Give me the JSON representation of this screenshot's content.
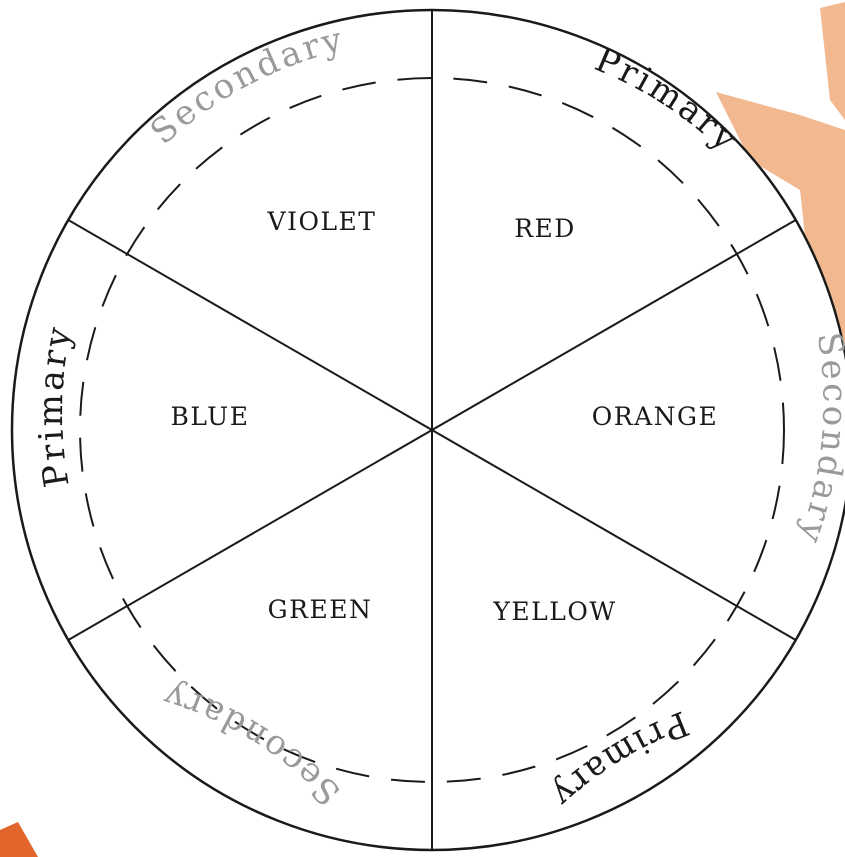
{
  "segments": [
    {
      "label": "RED"
    },
    {
      "label": "ORANGE"
    },
    {
      "label": "YELLOW"
    },
    {
      "label": "GREEN"
    },
    {
      "label": "BLUE"
    },
    {
      "label": "VIOLET"
    }
  ],
  "ring_labels": [
    {
      "text": "Primary",
      "color": "#1a1a1a"
    },
    {
      "text": "Secondary",
      "color": "#9a9a9a"
    },
    {
      "text": "Primary",
      "color": "#1a1a1a"
    },
    {
      "text": "Secondary",
      "color": "#9a9a9a"
    },
    {
      "text": "Primary",
      "color": "#1a1a1a"
    },
    {
      "text": "Secondary",
      "color": "#9a9a9a"
    }
  ],
  "colors": {
    "outline": "#1a1a1a",
    "accent_light": "#f2b991",
    "accent_dark": "#e2652a"
  }
}
